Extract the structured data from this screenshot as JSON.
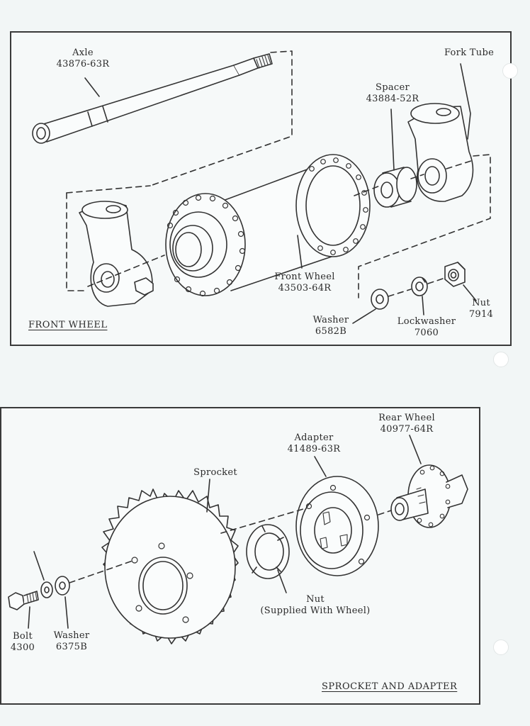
{
  "front": {
    "title": "FRONT WHEEL",
    "labels": {
      "axle": {
        "name": "Axle",
        "part": "43876-63R"
      },
      "fork_tube": {
        "name": "Fork Tube"
      },
      "spacer": {
        "name": "Spacer",
        "part": "43884-52R"
      },
      "front_wheel": {
        "name": "Front Wheel",
        "part": "43503-64R"
      },
      "washer": {
        "name": "Washer",
        "part": "6582B"
      },
      "lockwasher": {
        "name": "Lockwasher",
        "part": "7060"
      },
      "nut": {
        "name": "Nut",
        "part": "7914"
      }
    }
  },
  "rear": {
    "title": "SPROCKET AND ADAPTER",
    "labels": {
      "rear_wheel": {
        "name": "Rear Wheel",
        "part": "40977-64R"
      },
      "adapter": {
        "name": "Adapter",
        "part": "41489-63R"
      },
      "sprocket": {
        "name": "Sprocket"
      },
      "nut": {
        "name": "Nut",
        "note": "(Supplied With Wheel)"
      },
      "bolt": {
        "name": "Bolt",
        "part": "4300"
      },
      "washer": {
        "name": "Washer",
        "part": "6375B"
      }
    }
  }
}
